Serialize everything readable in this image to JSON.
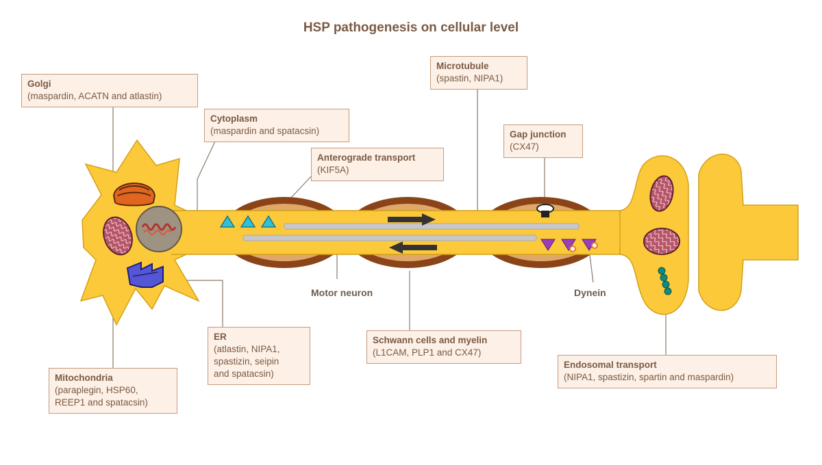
{
  "title": "HSP pathogenesis on cellular level",
  "labels": {
    "golgi": {
      "title": "Golgi",
      "detail": "(maspardin, ACATN and atlastin)"
    },
    "cytoplasm": {
      "title": "Cytoplasm",
      "detail": "(maspardin and spatacsin)"
    },
    "anterograde": {
      "title": "Anterograde transport",
      "detail": "(KIF5A)"
    },
    "microtubule": {
      "title": "Microtubule",
      "detail": "(spastin, NIPA1)"
    },
    "gap": {
      "title": "Gap junction",
      "detail": "(CX47)"
    },
    "er": {
      "title": "ER",
      "detail": "(atlastin, NIPA1,\nspastizin, seipin\nand spatacsin)"
    },
    "mito": {
      "title": "Mitochondria",
      "detail": "(paraplegin, HSP60,\nREEP1 and spatacsin)"
    },
    "schwann": {
      "title": "Schwann cells and myelin",
      "detail": "(L1CAM, PLP1 and CX47)"
    },
    "endo": {
      "title": "Endosomal transport",
      "detail": "(NIPA1, spastizin, spartin and maspardin)"
    }
  },
  "plain": {
    "motor": "Motor neuron",
    "dynein": "Dynein"
  },
  "colors": {
    "cell_fill": "#fcc93a",
    "cell_stroke": "#d4a017",
    "myelin": "#8a4418",
    "mito": "#b5546a",
    "nucleus": "#9e9383",
    "golgi": "#e0661f",
    "er": "#5556d6",
    "kinesin": "#30c0d8",
    "dynein_cargo": "#9c3dbc",
    "vesicle": "#12897a",
    "microtubule": "#c8c8c8",
    "label_border": "#c39a7f",
    "label_bg": "#fdf0e6",
    "label_text": "#7a5a43"
  }
}
